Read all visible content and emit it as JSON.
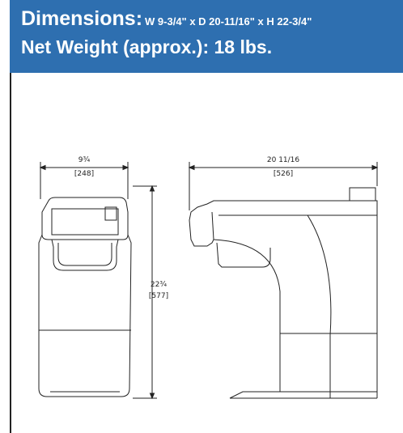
{
  "header": {
    "dimensions_title": "Dimensions:",
    "dimensions_values": "W 9-3/4\" x D 20-11/16\" x H 22-3/4\"",
    "net_weight": "Net Weight (approx.): 18 lbs."
  },
  "front_view": {
    "width_label": "9¾",
    "width_metric": "[248]",
    "height_label": "22¾",
    "height_metric": "[577]"
  },
  "side_view": {
    "depth_label": "20 11/16",
    "depth_metric": "[526]"
  },
  "colors": {
    "header_bg": "#2e6fb0",
    "header_text": "#ffffff",
    "line": "#222222"
  }
}
